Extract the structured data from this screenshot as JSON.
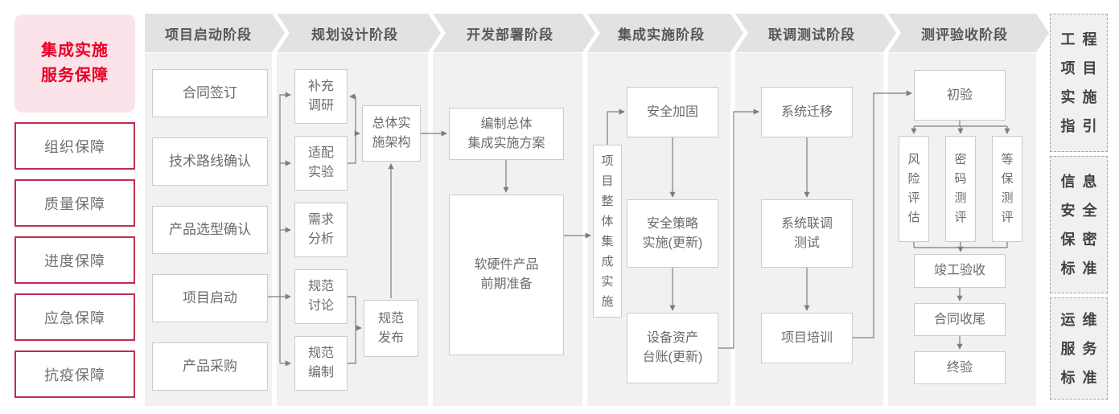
{
  "sidebar": {
    "title": "集成实施\n服务保障",
    "items": [
      "组织保障",
      "质量保障",
      "进度保障",
      "应急保障",
      "抗疫保障"
    ]
  },
  "phases": [
    "项目启动阶段",
    "规划设计阶段",
    "开发部署阶段",
    "集成实施阶段",
    "联调测试阶段",
    "测评验收阶段"
  ],
  "nodes": {
    "contract_signing": "合同签订",
    "tech_route_confirm": "技术路线确认",
    "product_selection_confirm": "产品选型确认",
    "project_kickoff": "项目启动",
    "product_procurement": "产品采购",
    "supplementary_research": "补充\n调研",
    "adaptation_test": "适配\n实验",
    "requirement_analysis": "需求\n分析",
    "spec_discussion": "规范\n讨论",
    "spec_drafting": "规范\n编制",
    "overall_impl_architecture": "总体实\n施架构",
    "spec_release": "规范\n发布",
    "overall_integration_plan": "编制总体\n集成实施方案",
    "hw_sw_preparation": "软硬件产品\n前期准备",
    "overall_project_integration": "项\n目\n整\n体\n集\n成\n实\n施",
    "security_hardening": "安全加固",
    "security_policy_impl": "安全策略\n实施(更新)",
    "equipment_asset_ledger": "设备资产\n台账(更新)",
    "system_migration": "系统迁移",
    "system_joint_testing": "系统联调\n测试",
    "project_training": "项目培训",
    "initial_acceptance": "初验",
    "risk_assessment": "风\n险\n评\n估",
    "crypto_testing": "密\n码\n测\n评",
    "mlps_testing": "等\n保\n测\n评",
    "completion_acceptance": "竣工验收",
    "contract_closure": "合同收尾",
    "final_acceptance": "终验"
  },
  "references": [
    "工程\n项目\n实施\n指引",
    "信息\n安全\n保密\n标准",
    "运维\n服务\n标准"
  ],
  "colors": {
    "accent_red": "#e60027",
    "pink_bg": "#fbe3e9",
    "red_border": "#c22c4e",
    "phase_header_bg": "#e3e2e2",
    "column_bg": "#f2f1f1",
    "box_border": "#cbcbcb",
    "connector_line": "#7d7d7d",
    "box_text": "#6b6b6b",
    "reference_text": "#454243"
  }
}
